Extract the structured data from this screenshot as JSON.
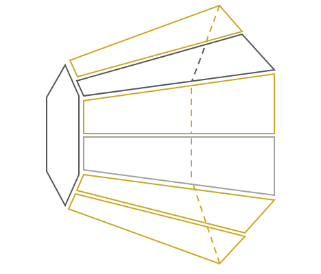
{
  "diagram": {
    "kind": "line-drawing",
    "colors": {
      "background": "#ffffff",
      "gold": "#c9a820",
      "dark_gray": "#555555",
      "light_gray": "#a0a0a0"
    },
    "elements": [
      "hexagon-outline",
      "top-gold-panel",
      "dark-gray-panel",
      "upper-gold-panel",
      "gray-panel",
      "lower-gold-panel",
      "bottom-gold-panel",
      "dashed-guide-line"
    ],
    "dash_pattern": "dashed"
  }
}
